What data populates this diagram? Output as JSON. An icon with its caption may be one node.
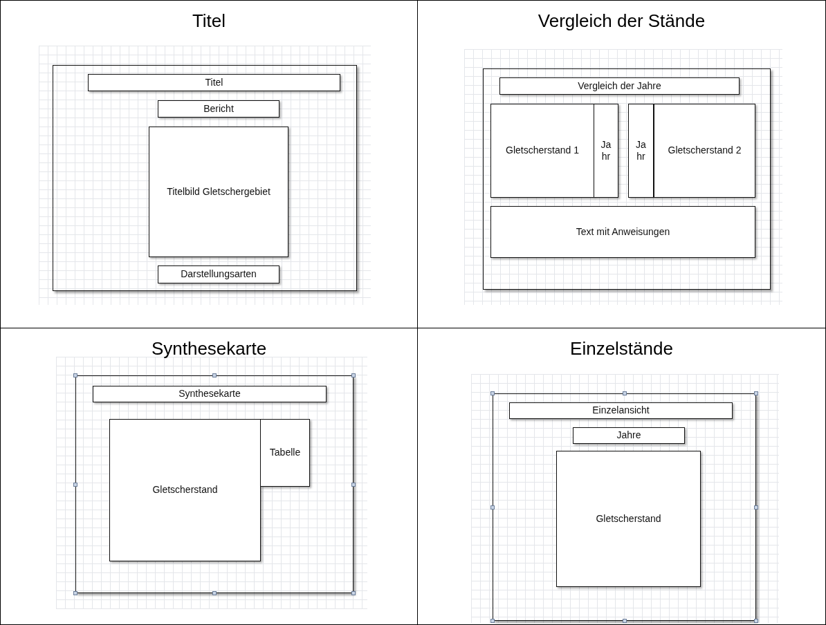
{
  "diagram": {
    "nodes": [
      {
        "text": [
          "Titel"
        ]
      },
      {
        "text": [
          "Titel"
        ],
        "in": 0
      },
      {
        "text": [
          "Bericht"
        ],
        "in": 0
      },
      {
        "text": [
          "Titelbild Gletschergebiet"
        ],
        "in": 0
      },
      {
        "text": [
          "Darstellungsarten"
        ],
        "in": 0
      },
      {
        "text": [
          "Vergleich der Stände"
        ]
      },
      {
        "text": [
          "Vergleich der Jahre"
        ],
        "in": 5
      },
      {
        "text": [
          "Gletscherstand 1"
        ],
        "in": 5
      },
      {
        "text": [
          "Jahr"
        ],
        "in": 5
      },
      {
        "text": [
          "Jahr"
        ],
        "in": 5
      },
      {
        "text": [
          "Gletscherstand 2"
        ],
        "in": 5
      },
      {
        "text": [
          "Text mit Anweisungen"
        ],
        "in": 5
      },
      {
        "text": [
          "Synthesekarte"
        ]
      },
      {
        "text": [
          "Synthesekarte"
        ],
        "in": 12
      },
      {
        "text": [
          "Gletscherstand"
        ],
        "in": 12
      },
      {
        "text": [
          "Tabelle"
        ],
        "in": 12
      },
      {
        "text": [
          "Einzelstände"
        ]
      },
      {
        "text": [
          "Einzelansicht"
        ],
        "in": 16
      },
      {
        "text": [
          "Jahre"
        ],
        "in": 16
      },
      {
        "text": [
          "Gletscherstand"
        ],
        "in": 16
      }
    ]
  }
}
